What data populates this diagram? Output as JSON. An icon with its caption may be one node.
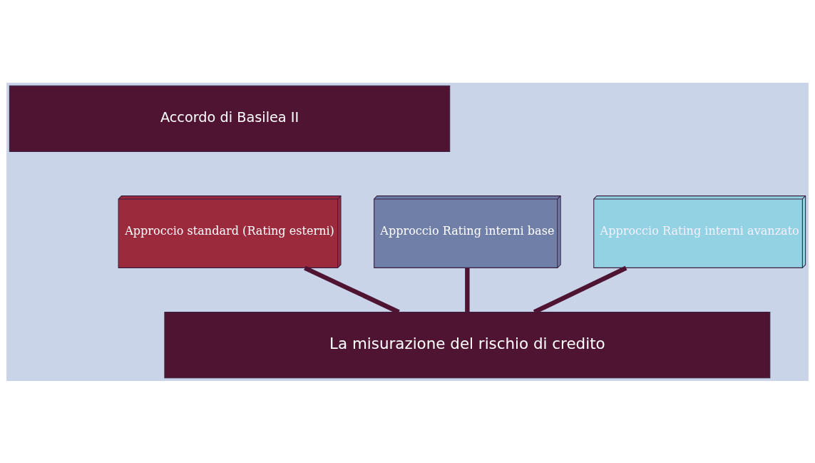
{
  "diagram": {
    "nodes": [
      {
        "text": [
          "Accordo di Basilea II"
        ]
      },
      {
        "text": [
          "Approccio standard (Rating esterni)"
        ]
      },
      {
        "text": [
          "Approccio Rating interni base"
        ]
      },
      {
        "text": [
          "Approccio Rating interni avanzato"
        ]
      },
      {
        "text": [
          "La misurazione del rischio di credito"
        ]
      }
    ],
    "edges": [
      {
        "from": 1,
        "to": 4,
        "arrow": "none"
      },
      {
        "from": 2,
        "to": 4,
        "arrow": "none"
      },
      {
        "from": 3,
        "to": 4,
        "arrow": "none"
      }
    ]
  }
}
